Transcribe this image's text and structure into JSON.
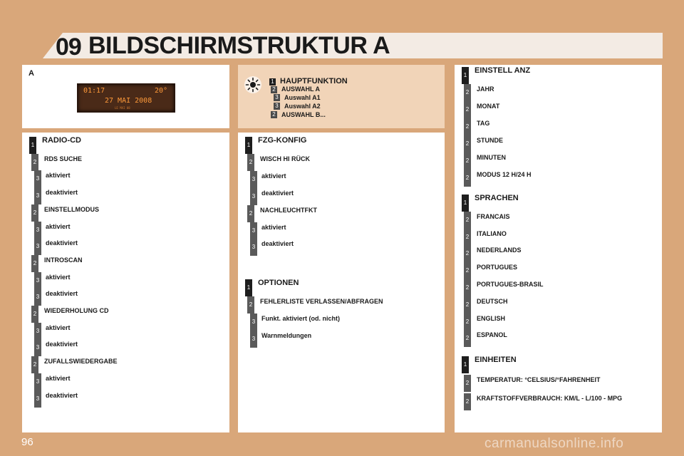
{
  "header": {
    "chapter": "09",
    "title": "BILDSCHIRMSTRUKTUR A"
  },
  "display_panel": {
    "letter": "A",
    "screen": {
      "time": "01:17",
      "temp": "20°",
      "date": "27 MAI 2008",
      "small_text": "LE   MAI  08"
    }
  },
  "main_function": {
    "icon": "brightness-icon",
    "items": [
      {
        "level": "1",
        "label": "HAUPTFUNKTION"
      },
      {
        "level": "2",
        "label": "AUSWAHL A"
      },
      {
        "level": "3",
        "label": "Auswahl A1"
      },
      {
        "level": "3",
        "label": "Auswahl A2"
      },
      {
        "level": "2",
        "label": "AUSWAHL B..."
      }
    ]
  },
  "radio_cd": {
    "items": [
      {
        "level": "1",
        "label": "RADIO-CD"
      },
      {
        "level": "2",
        "label": "RDS SUCHE"
      },
      {
        "level": "3",
        "label": "aktiviert"
      },
      {
        "level": "3",
        "label": "deaktiviert"
      },
      {
        "level": "2",
        "label": "EINSTELLMODUS"
      },
      {
        "level": "3",
        "label": "aktiviert"
      },
      {
        "level": "3",
        "label": "deaktiviert"
      },
      {
        "level": "2",
        "label": "INTROSCAN"
      },
      {
        "level": "3",
        "label": "aktiviert"
      },
      {
        "level": "3",
        "label": "deaktiviert"
      },
      {
        "level": "2",
        "label": "WIEDERHOLUNG CD"
      },
      {
        "level": "3",
        "label": "aktiviert"
      },
      {
        "level": "3",
        "label": "deaktiviert"
      },
      {
        "level": "2",
        "label": "ZUFALLSWIEDERGABE"
      },
      {
        "level": "3",
        "label": "aktiviert"
      },
      {
        "level": "3",
        "label": "deaktiviert"
      }
    ]
  },
  "fzg_konfig": {
    "items": [
      {
        "level": "1",
        "label": "FZG-KONFIG"
      },
      {
        "level": "2",
        "label": "WISCH HI RÜCK"
      },
      {
        "level": "3",
        "label": "aktiviert"
      },
      {
        "level": "3",
        "label": "deaktiviert"
      },
      {
        "level": "2",
        "label": "NACHLEUCHTFKT"
      },
      {
        "level": "3",
        "label": "aktiviert"
      },
      {
        "level": "3",
        "label": "deaktiviert"
      }
    ]
  },
  "optionen": {
    "items": [
      {
        "level": "1",
        "label": "OPTIONEN"
      },
      {
        "level": "2",
        "label": "FEHLERLISTE VERLASSEN/ABFRAGEN"
      },
      {
        "level": "3",
        "label": "Funkt. aktiviert (od. nicht)"
      },
      {
        "level": "3",
        "label": "Warnmeldungen"
      }
    ]
  },
  "einstell_anz": {
    "items": [
      {
        "level": "1",
        "label": "EINSTELL ANZ"
      },
      {
        "level": "2",
        "label": "JAHR"
      },
      {
        "level": "2",
        "label": "MONAT"
      },
      {
        "level": "2",
        "label": "TAG"
      },
      {
        "level": "2",
        "label": "STUNDE"
      },
      {
        "level": "2",
        "label": "MINUTEN"
      },
      {
        "level": "2",
        "label": "MODUS 12 H/24 H"
      }
    ]
  },
  "sprachen": {
    "items": [
      {
        "level": "1",
        "label": "SPRACHEN"
      },
      {
        "level": "2",
        "label": "FRANCAIS"
      },
      {
        "level": "2",
        "label": "ITALIANO"
      },
      {
        "level": "2",
        "label": "NEDERLANDS"
      },
      {
        "level": "2",
        "label": "PORTUGUES"
      },
      {
        "level": "2",
        "label": "PORTUGUES-BRASIL"
      },
      {
        "level": "2",
        "label": "DEUTSCH"
      },
      {
        "level": "2",
        "label": "ENGLISH"
      },
      {
        "level": "2",
        "label": "ESPANOL"
      }
    ]
  },
  "einheiten": {
    "items": [
      {
        "level": "1",
        "label": "EINHEITEN"
      },
      {
        "level": "2",
        "label": "TEMPERATUR: °CELSIUS/°FAHRENHEIT"
      },
      {
        "level": "2",
        "label": "KRAFTSTOFFVERBRAUCH: KM/L - L/100 - MPG"
      }
    ]
  },
  "footer": {
    "page_number": "96",
    "watermark": "carmanualsonline.info"
  },
  "colors": {
    "background": "#d9a77a",
    "panel": "#ffffff",
    "panel_tinted": "#f1d4b8",
    "badge_level1": "#1e1e1e",
    "badge_other": "#5a5a5a",
    "display_text": "#ff9a3a"
  }
}
